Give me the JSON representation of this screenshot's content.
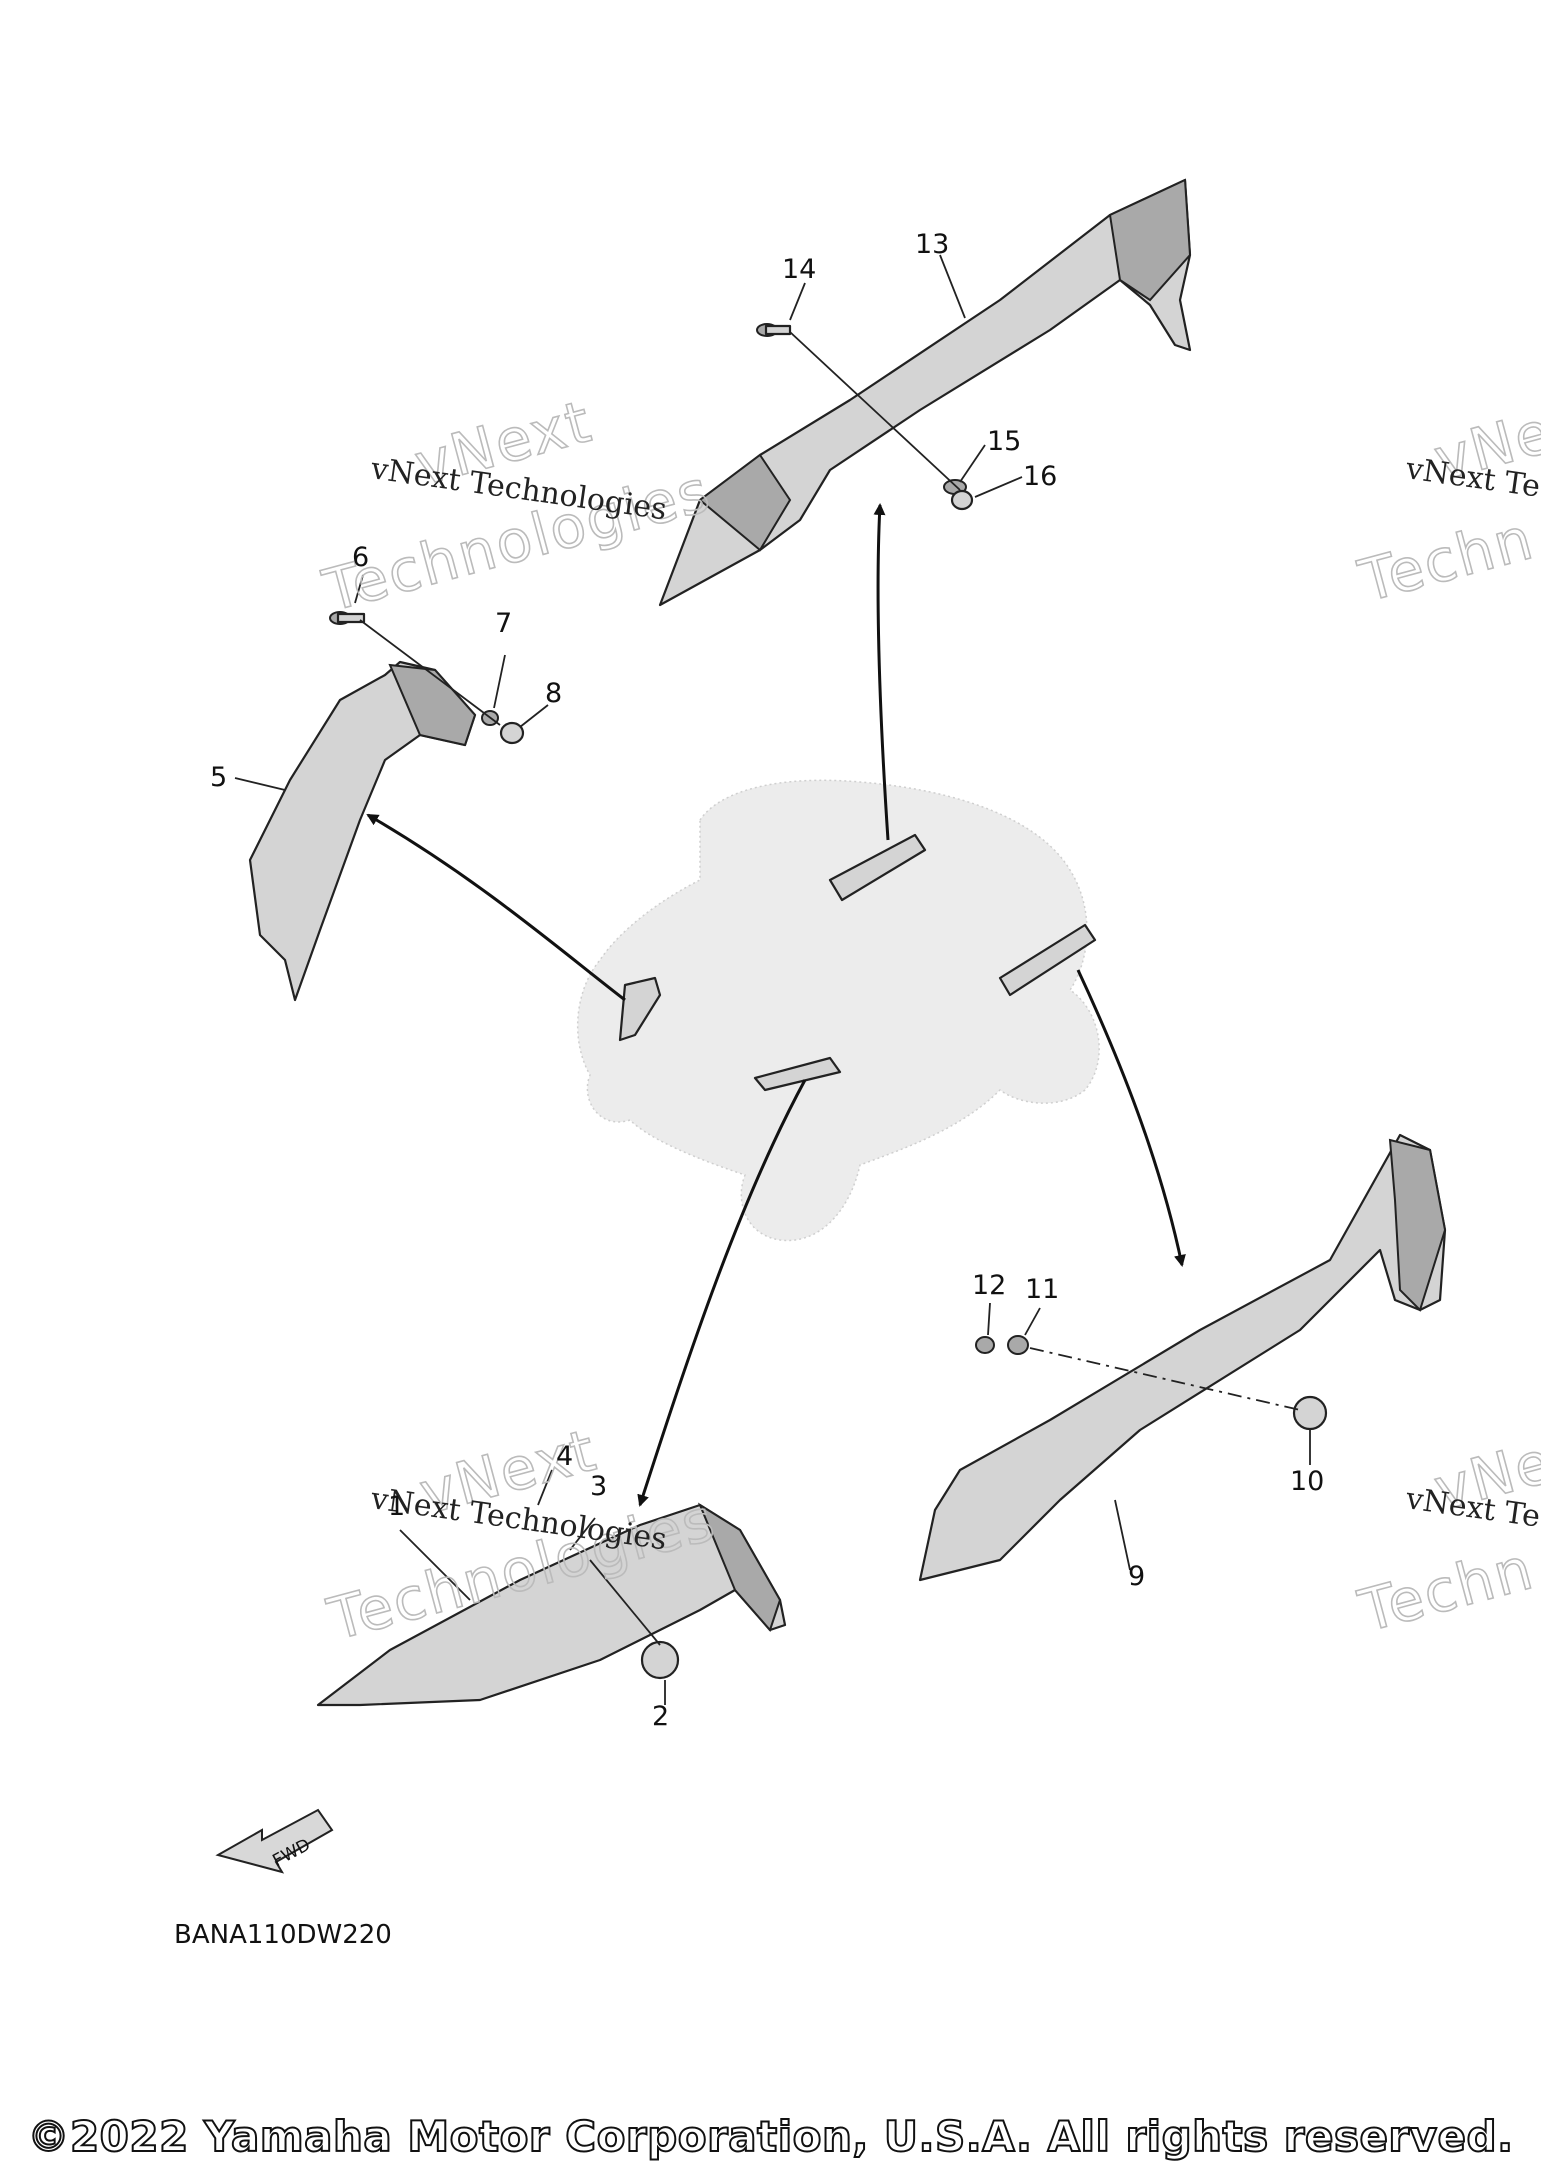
{
  "callouts": [
    "1",
    "2",
    "3",
    "4",
    "5",
    "6",
    "7",
    "8",
    "9",
    "10",
    "11",
    "12",
    "13",
    "14",
    "15",
    "16"
  ],
  "watermark": {
    "line": "vNext Technologies",
    "big_top": "vNext",
    "big_bottom": "Technologies",
    "edge_line": "vNext Te",
    "edge_big_top": "vNe",
    "edge_big_bottom": "Techn"
  },
  "fwd_label": "FWD",
  "diagram_code": "BANA110DW220",
  "copyright": "©2022 Yamaha Motor Corporation, U.S.A. All rights reserved."
}
